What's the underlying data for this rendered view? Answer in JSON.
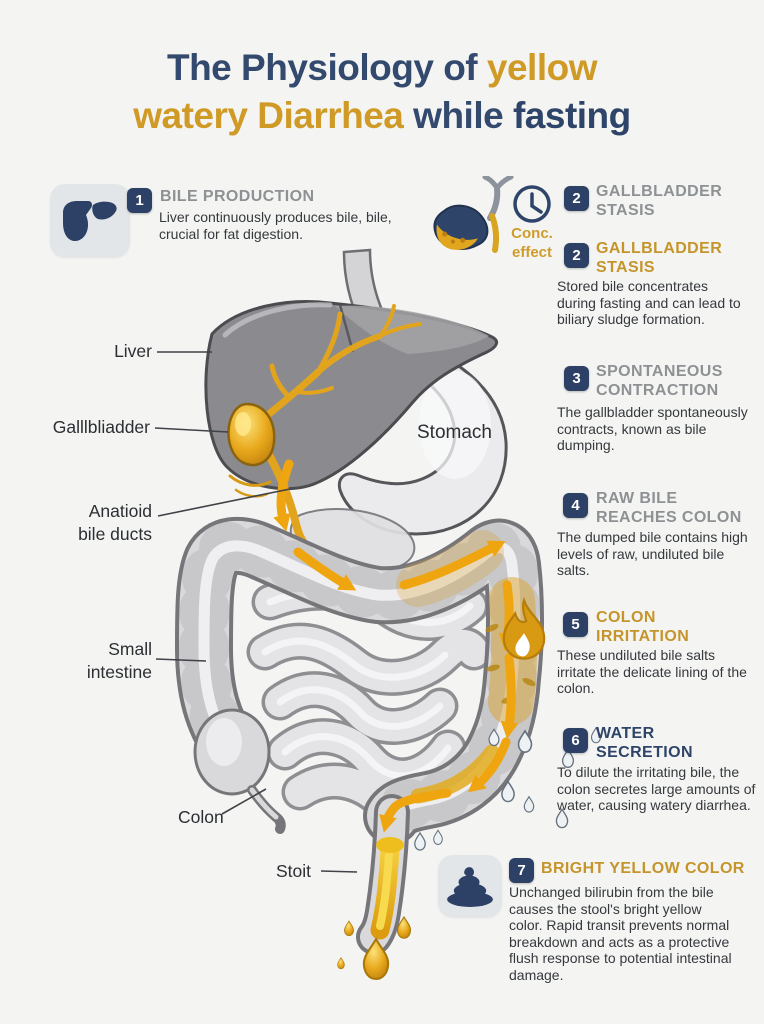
{
  "title": {
    "line1": [
      {
        "text": "The Physiology of ",
        "style": "navy"
      },
      {
        "text": "yellow",
        "style": "gold"
      }
    ],
    "line2": [
      {
        "text": "watery Diarrhea",
        "style": "gold"
      },
      {
        "text": " while ",
        "style": "navy"
      },
      {
        "text": "fasting",
        "style": "navy-bold"
      }
    ]
  },
  "legend": {
    "clock_caption_line1": "Conc.",
    "clock_caption_line2": "effect"
  },
  "steps": [
    {
      "number": "1",
      "title_lines": [
        "BILE PRODUCTION"
      ],
      "color": "gray",
      "body": "Liver continuously produces bile, bile, crucial for fat digestion."
    },
    {
      "number": "2",
      "title_lines": [
        "GALLBLADDER",
        "STASIS"
      ],
      "color": "gray",
      "body": ""
    },
    {
      "number": "2",
      "title_lines": [
        "GALLBLADDER",
        "STASIS"
      ],
      "color": "gold",
      "body": "Stored bile concentrates during fasting and can lead to biliary sludge formation."
    },
    {
      "number": "3",
      "title_lines": [
        "SPONTANEOUS",
        "CONTRACTION"
      ],
      "color": "gray",
      "body": "The gallbladder spontaneously contracts, known as bile dumping."
    },
    {
      "number": "4",
      "title_lines": [
        "RAW BILE",
        "REACHES COLON"
      ],
      "color": "gray",
      "body": "The dumped bile contains high levels of raw, undiluted bile salts."
    },
    {
      "number": "5",
      "title_lines": [
        "COLON",
        "IRRITATION"
      ],
      "color": "gold",
      "body": "These undiluted bile salts irritate the delicate lining of the colon."
    },
    {
      "number": "6",
      "title_lines": [
        "WATER",
        "SECRETION"
      ],
      "color": "navy",
      "body": "To dilute the irritating bile, the colon secretes large amounts of water, causing watery diarrhea."
    },
    {
      "number": "7",
      "title_lines": [
        "BRIGHT YELLOW COLOR"
      ],
      "color": "gold",
      "body": "Unchanged bilirubin from the bile causes the stool's bright yellow color. Rapid transit prevents normal breakdown and acts as a protective flush response to potential intestinal damage."
    }
  ],
  "labels": {
    "liver": "Liver",
    "gallbladder": "Galllbliadder",
    "bile_ducts_line1": "Anatioid",
    "bile_ducts_line2": "bile ducts",
    "stomach": "Stomach",
    "small_intestine_line1": "Small",
    "small_intestine_line2": "intestine",
    "colon": "Colon",
    "stool": "Stoit"
  },
  "colors": {
    "navy": "#2e4468",
    "gold_header": "#c5952b",
    "arrow_gold": "#efa50f",
    "gray_header": "#8e9194",
    "body_text": "#35383d",
    "background": "#f4f5f3",
    "tile": "#e3e6e9"
  }
}
